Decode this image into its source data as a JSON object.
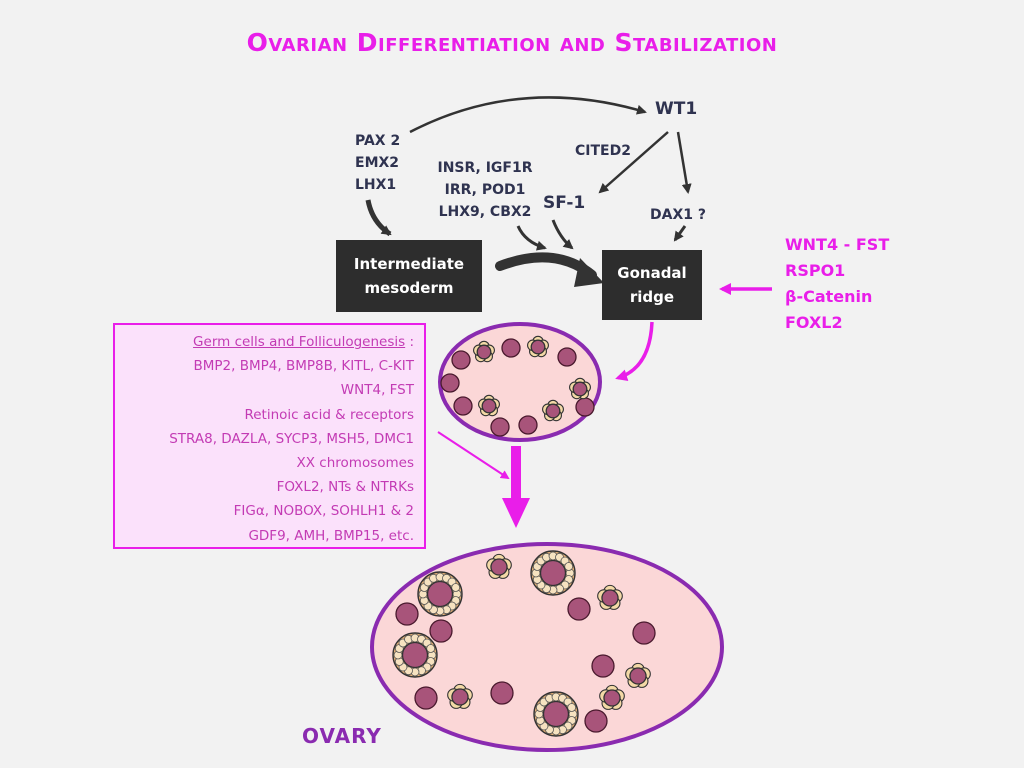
{
  "title": "Ovarian Differentiation and Stabilization",
  "nodes": {
    "wt1": "WT1",
    "sf1": "SF-1",
    "cited2": "CITED2",
    "dax1": "DAX1 ?",
    "pax_group": [
      "PAX 2",
      "EMX2",
      "LHX1"
    ],
    "insr_group": [
      "INSR, IGF1R",
      "IRR, POD1",
      "LHX9, CBX2"
    ],
    "intermediate_mesoderm": [
      "Intermediate",
      "mesoderm"
    ],
    "gonadal_ridge": [
      "Gonadal",
      "ridge"
    ]
  },
  "right_factors": [
    "WNT4 - FST",
    "RSPO1",
    "β-Catenin",
    "FOXL2"
  ],
  "germ_box": {
    "heading": "Germ cells and Folliculogenesis",
    "heading_suffix": " :",
    "lines": [
      "BMP2, BMP4, BMP8B, KITL, C-KIT",
      "WNT4, FST",
      "Retinoic acid & receptors",
      "STRA8, DAZLA, SYCP3, MSH5, DMC1",
      "XX  chromosomes",
      "FOXL2, NTs & NTRKs",
      "FIGα, NOBOX, SOHLH1 & 2",
      "GDF9, AMH, BMP15, etc."
    ]
  },
  "ovary_label": "OVARY",
  "colors": {
    "magenta": "#e91ee9",
    "dark_text": "#2f3350",
    "box": "#2d2d2d",
    "ovary_label": "#8a2bb0",
    "germ_cell": "#a8547a"
  }
}
